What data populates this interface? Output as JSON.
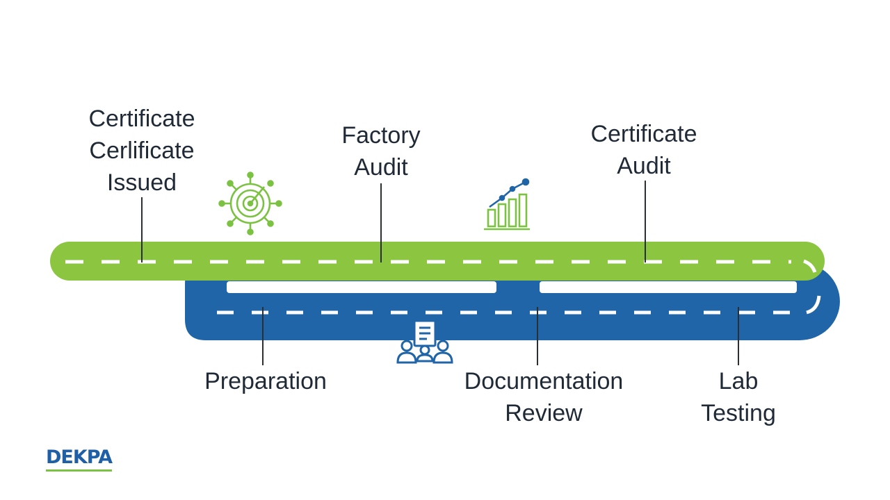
{
  "labels": {
    "certificate_issued": [
      "Certificate",
      "Cerlificate",
      "Issued"
    ],
    "factory_audit": [
      "Factory",
      "Audit"
    ],
    "certificate_audit": [
      "Certificate",
      "Audit"
    ],
    "preparation": [
      "Preparation"
    ],
    "documentation_review": [
      "Documentation",
      "Review"
    ],
    "lab_testing": [
      "Lab",
      "Testing"
    ]
  },
  "icons": {
    "top_left": "target-virus-icon",
    "top_right": "growth-bar-chart-icon",
    "bottom": "team-document-icon"
  },
  "logo": {
    "text": "DEKPA"
  },
  "colors": {
    "green_road": "#8cc540",
    "blue_road": "#1f65a8",
    "dash": "#ffffff",
    "label_text": "#1f2a36",
    "icon_green": "#7cc242",
    "icon_blue": "#1f65a8"
  }
}
